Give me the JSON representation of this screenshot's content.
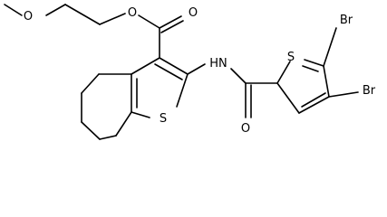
{
  "molecule": {
    "atom_labels": {
      "o_methoxy": "O",
      "o_ester": "O",
      "o_ester_carbonyl": "O",
      "s_benzothiophene": "S",
      "nh": "HN",
      "o_amide": "O",
      "s_thiophene": "S",
      "br_top": "Br",
      "br_right": "Br"
    }
  }
}
